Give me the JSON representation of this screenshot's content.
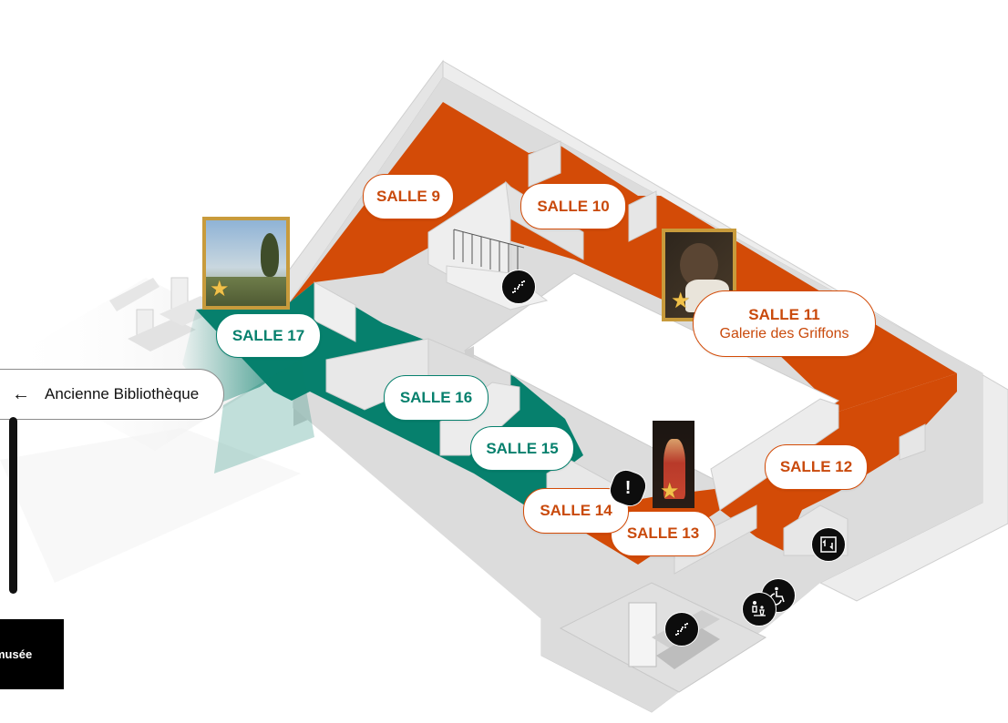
{
  "colors": {
    "orange": "#d34b07",
    "green": "#06806d",
    "label_orange_text": "#c94a0c",
    "wall_top": "#f2f2f2",
    "wall_side": "#c9c9c9",
    "floor": "#dcdcdc",
    "star": "#f1c14a",
    "poi_bg": "#0d0d0d"
  },
  "rooms": [
    {
      "id": "salle-9",
      "label": "SALLE 9",
      "zone": "orange"
    },
    {
      "id": "salle-10",
      "label": "SALLE 10",
      "zone": "orange"
    },
    {
      "id": "salle-11",
      "label": "SALLE 11",
      "sublabel": "Galerie des Griffons",
      "zone": "orange"
    },
    {
      "id": "salle-12",
      "label": "SALLE 12",
      "zone": "orange"
    },
    {
      "id": "salle-13",
      "label": "SALLE 13",
      "zone": "orange"
    },
    {
      "id": "salle-14",
      "label": "SALLE 14",
      "zone": "orange"
    },
    {
      "id": "salle-15",
      "label": "SALLE 15",
      "zone": "green"
    },
    {
      "id": "salle-16",
      "label": "SALLE 16",
      "zone": "green"
    },
    {
      "id": "salle-17",
      "label": "SALLE 17",
      "zone": "green"
    }
  ],
  "highlights": [
    {
      "id": "landscape-painting",
      "room": "SALLE 17",
      "icon": "star-icon"
    },
    {
      "id": "portrait-painting",
      "room": "SALLE 11",
      "icon": "star-icon"
    },
    {
      "id": "saint-painting",
      "room": "SALLE 13",
      "icon": "star-icon"
    }
  ],
  "pois": [
    {
      "id": "stairs-1",
      "icon": "stairs-icon"
    },
    {
      "id": "stairs-2",
      "icon": "stairs-icon"
    },
    {
      "id": "elevator",
      "icon": "elevator-icon"
    },
    {
      "id": "wheelchair",
      "icon": "wheelchair-icon"
    },
    {
      "id": "family-restroom",
      "icon": "family-icon"
    },
    {
      "id": "alert",
      "icon": "exclamation-icon"
    }
  ],
  "nav": {
    "back_label": "Ancienne Bibliothèque",
    "back_icon": "arrow-left-icon",
    "museum_label": "musée"
  }
}
